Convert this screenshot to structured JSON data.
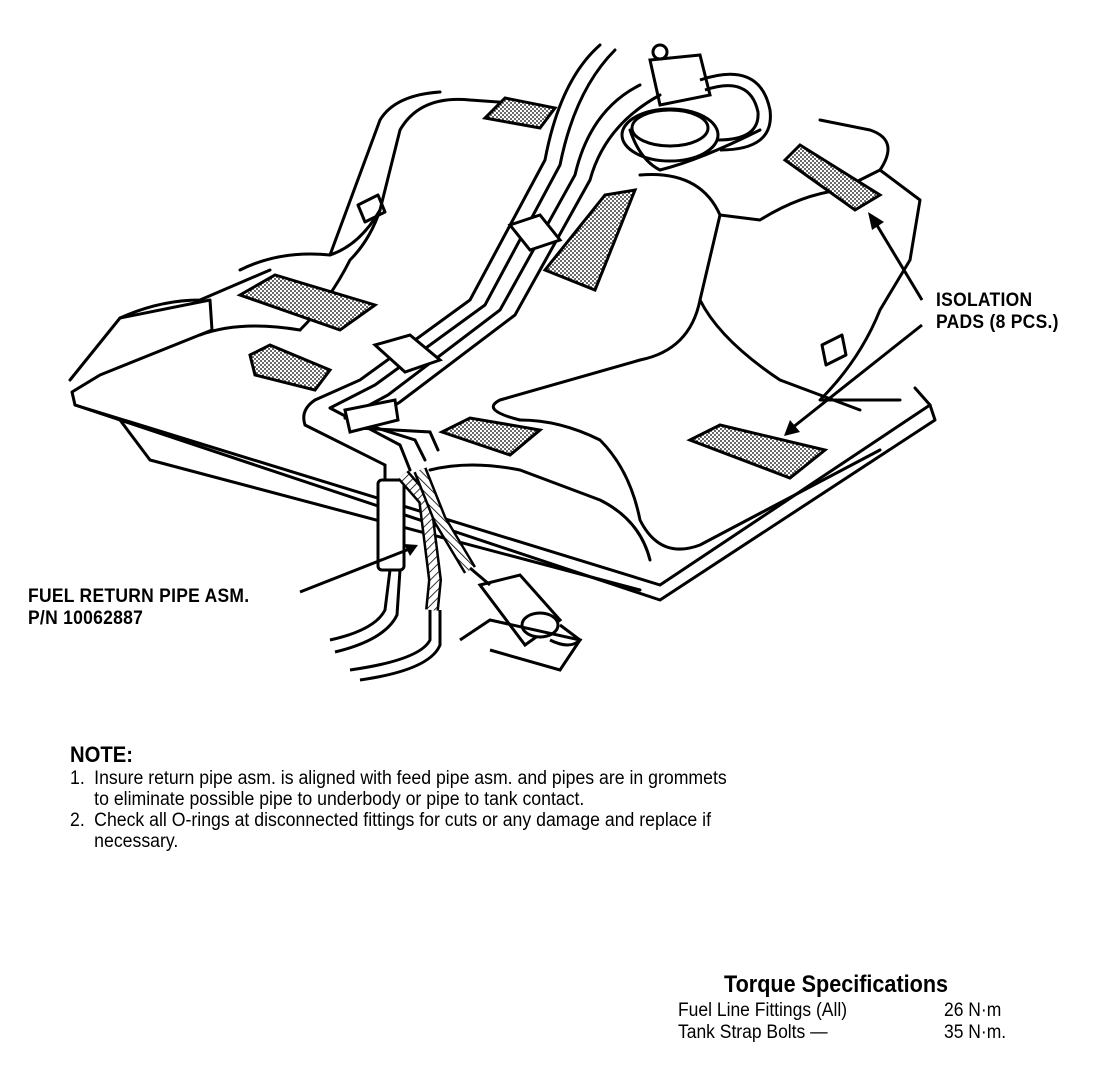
{
  "callouts": {
    "isolation_pads": [
      "ISOLATION",
      "PADS (8 PCS.)"
    ],
    "fuel_return": [
      "FUEL RETURN PIPE ASM.",
      "P/N 10062887"
    ]
  },
  "note": {
    "title": "NOTE:",
    "items": [
      {
        "num": "1.",
        "text": "Insure return pipe asm. is aligned with feed pipe asm. and pipes are in grommets to eliminate possible pipe to underbody or pipe to tank contact."
      },
      {
        "num": "2.",
        "text": "Check all O-rings at disconnected fittings for cuts or any damage and replace if necessary."
      }
    ]
  },
  "torque": {
    "title": "Torque Specifications",
    "rows": [
      {
        "label": "Fuel Line Fittings (All)",
        "value": "26 N·m"
      },
      {
        "label": "Tank Strap Bolts —",
        "value": "35 N·m."
      }
    ]
  }
}
